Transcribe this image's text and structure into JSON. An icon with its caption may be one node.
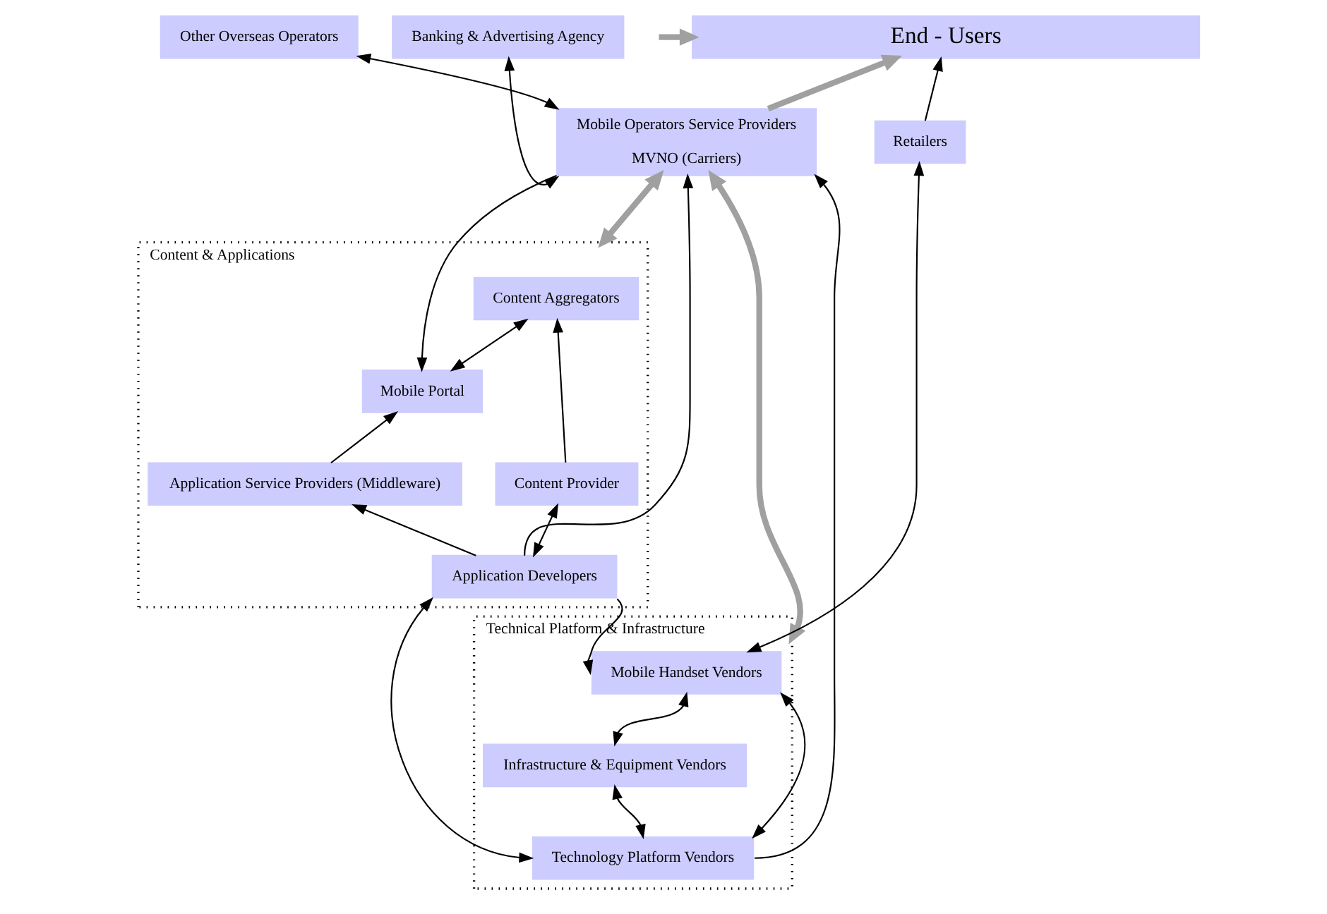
{
  "diagram": {
    "nodes": [
      {
        "text": [
          "End - Users"
        ]
      },
      {
        "text": [
          "Other Overseas Operators"
        ]
      },
      {
        "text": [
          "Banking & Advertising Agency"
        ]
      },
      {
        "text": [
          "Mobile Operators Service Providers",
          "MVNO (Carriers)"
        ]
      },
      {
        "text": [
          "Retailers"
        ]
      },
      {
        "text": [
          "Content & Applications"
        ]
      },
      {
        "text": [
          "Content Aggregators"
        ],
        "in": 5
      },
      {
        "text": [
          "Mobile Portal"
        ],
        "in": 5
      },
      {
        "text": [
          "Application Service Providers (Middleware)"
        ],
        "in": 5
      },
      {
        "text": [
          "Content Provider"
        ],
        "in": 5
      },
      {
        "text": [
          "Application Developers"
        ],
        "in": 5
      },
      {
        "text": [
          "Technical Platform & Infrastructure"
        ]
      },
      {
        "text": [
          "Mobile Handset Vendors"
        ],
        "in": 11
      },
      {
        "text": [
          "Infrastructure & Equipment Vendors"
        ],
        "in": 11
      },
      {
        "text": [
          "Technology Platform Vendors"
        ],
        "in": 11
      }
    ],
    "edges": [
      {
        "from": null,
        "to": 0,
        "arrow": "to",
        "style": "thick",
        "color": "#a0a0a0"
      },
      {
        "from": 3,
        "to": 0,
        "arrow": "to",
        "style": "thick",
        "color": "#a0a0a0"
      },
      {
        "from": 4,
        "to": 0,
        "arrow": "to"
      },
      {
        "from": 1,
        "to": 3,
        "arrow": "both"
      },
      {
        "from": 2,
        "to": 3,
        "arrow": "both"
      },
      {
        "from": 3,
        "to": 5,
        "arrow": "both",
        "style": "thick",
        "color": "#a0a0a0"
      },
      {
        "from": 3,
        "to": 11,
        "arrow": "both",
        "style": "thick",
        "color": "#a0a0a0"
      },
      {
        "from": 3,
        "to": 7,
        "arrow": "to"
      },
      {
        "from": 4,
        "to": 12,
        "arrow": "both"
      },
      {
        "from": 6,
        "to": 7,
        "arrow": "both"
      },
      {
        "from": 8,
        "to": 7,
        "arrow": "to"
      },
      {
        "from": 10,
        "to": 8,
        "arrow": "to"
      },
      {
        "from": 9,
        "to": 6,
        "arrow": "to"
      },
      {
        "from": 9,
        "to": 10,
        "arrow": "both"
      },
      {
        "from": 10,
        "to": 3,
        "arrow": "to"
      },
      {
        "from": 14,
        "to": 3,
        "arrow": "to"
      },
      {
        "from": 10,
        "to": 14,
        "arrow": "both"
      },
      {
        "from": 10,
        "to": 12,
        "arrow": "to"
      },
      {
        "from": 12,
        "to": 13,
        "arrow": "both"
      },
      {
        "from": 12,
        "to": 14,
        "arrow": "both"
      },
      {
        "from": 13,
        "to": 14,
        "arrow": "both"
      }
    ]
  }
}
